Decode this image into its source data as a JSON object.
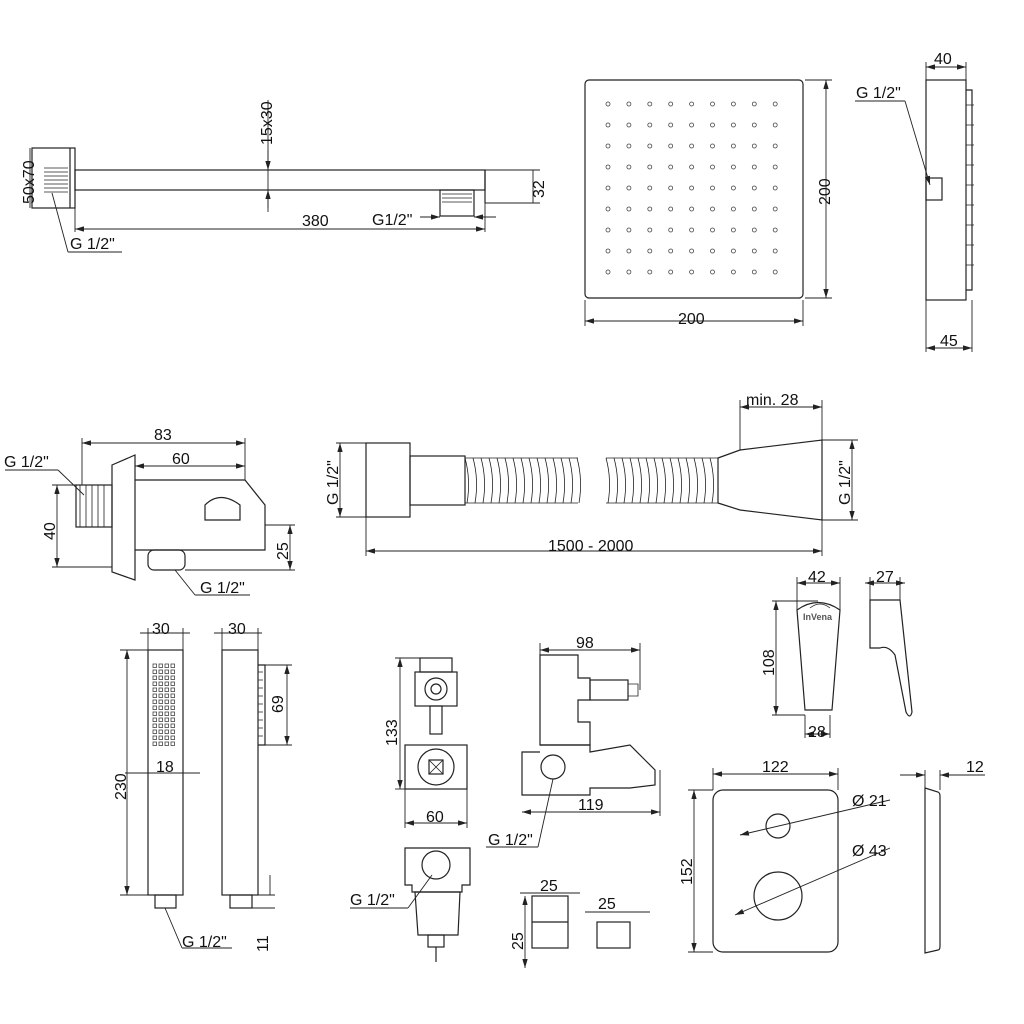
{
  "shower_arm": {
    "height_dim": "15x30",
    "length": "380",
    "outlet_thread": "G1/2\"",
    "drop": "32",
    "flange": "50x70",
    "wall_thread": "G 1/2\""
  },
  "shower_head": {
    "width": "200",
    "height": "200",
    "depth": "40",
    "side_depth": "45",
    "thread": "G 1/2\""
  },
  "wall_outlet": {
    "overall": "83",
    "body": "60",
    "thread_left": "G 1/2\"",
    "height": "40",
    "outlet_height": "25",
    "thread_bottom": "G 1/2\""
  },
  "hose": {
    "length": "1500 - 2000",
    "min_width": "min. 28",
    "thread_left": "G 1/2\"",
    "thread_right": "G 1/2\""
  },
  "hand_shower": {
    "front_width": "30",
    "side_width": "30",
    "nozzle_width": "18",
    "length": "230",
    "spray_length": "69",
    "thread": "G 1/2\"",
    "thread_len": "11"
  },
  "valve": {
    "height": "133",
    "width": "60",
    "depth": "98",
    "depth_total": "119",
    "thread_side": "G 1/2\"",
    "thread_bottom": "G 1/2\""
  },
  "extension": {
    "width_a": "25",
    "height_a": "25",
    "width_b": "25"
  },
  "handle": {
    "top_width": "42",
    "side_width": "27",
    "height": "108",
    "bottom_width": "28",
    "brand": "InVena"
  },
  "trim_plate": {
    "width": "122",
    "height": "152",
    "small_hole": "Ø 21",
    "large_hole": "Ø 43",
    "thickness": "12"
  }
}
